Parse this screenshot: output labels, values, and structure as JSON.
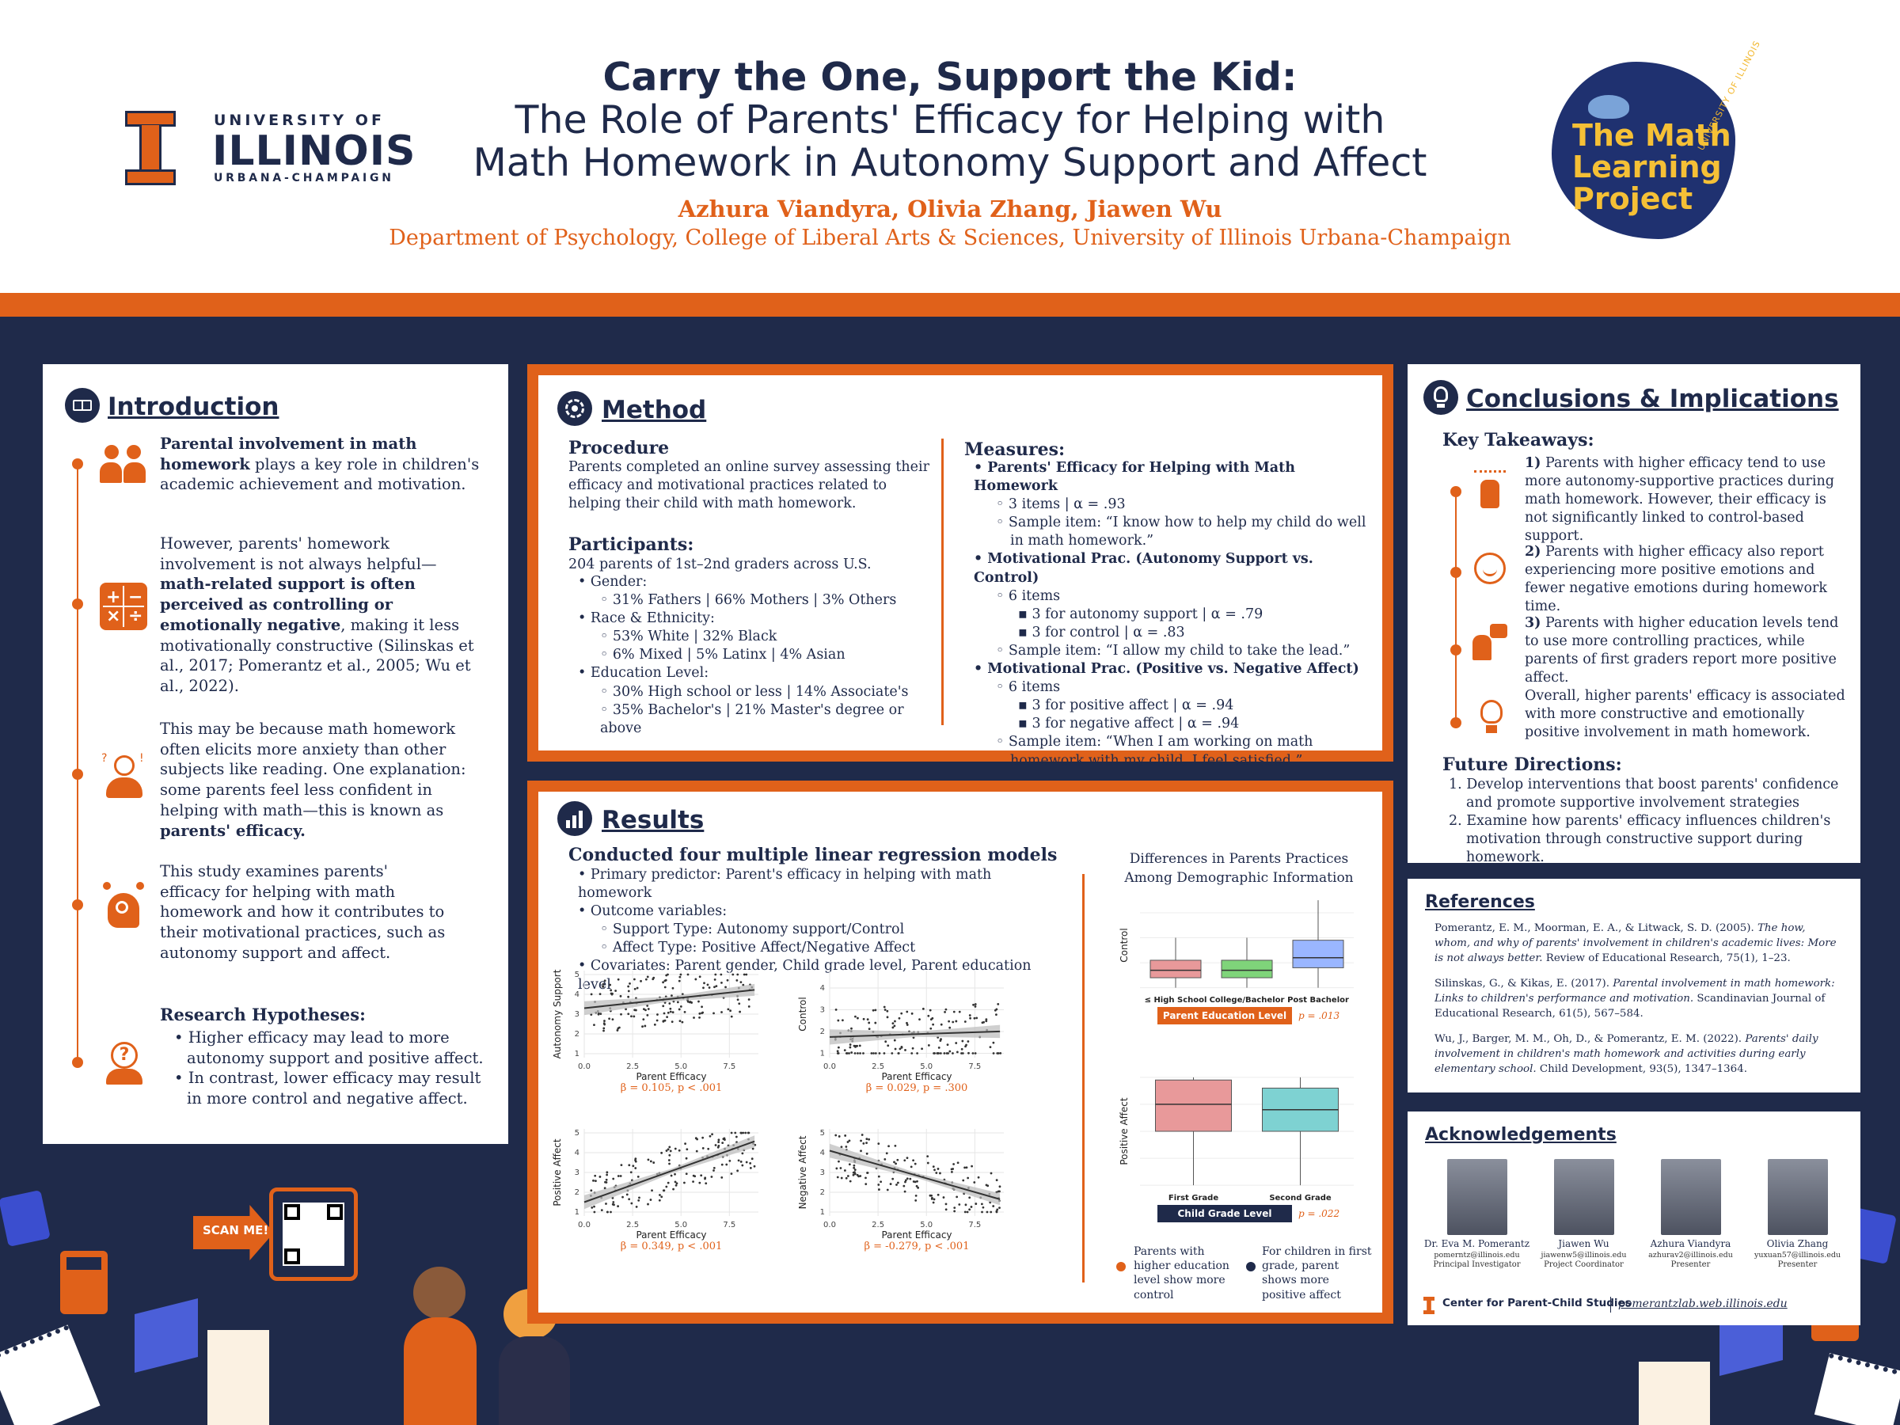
{
  "header": {
    "logo_top": "UNIVERSITY OF",
    "logo_mid": "ILLINOIS",
    "logo_bot": "URBANA-CHAMPAIGN",
    "title1": "Carry the One, Support the Kid:",
    "title2": "The Role of Parents' Efficacy for Helping with",
    "title3": "Math Homework in Autonomy Support and Affect",
    "authors": "Azhura Viandyra, Olivia Zhang, Jiawen Wu",
    "dept": "Department of Psychology, College of Liberal Arts & Sciences, University of Illinois Urbana-Champaign",
    "badge_arc": "UNIVERSITY OF ILLINOIS",
    "badge1": "The Math",
    "badge2": "Learning",
    "badge3": "Project"
  },
  "intro": {
    "title": "Introduction",
    "p1_b": "Parental involvement in math homework",
    "p1": " plays a key role in children's academic achievement and motivation.",
    "p2a": "However, parents' homework involvement is not always helpful—",
    "p2b": "math-related support is often perceived as controlling or emotionally negative",
    "p2c": ", making it less motivationally constructive (Silinskas et al., 2017; Pomerantz et al., 2005; Wu et al., 2022).",
    "p3a": "This may be because math homework often elicits more anxiety than other subjects like reading. One explanation: some parents feel less confident in helping with math—this is known as ",
    "p3b": "parents' efficacy.",
    "p4": "This study examines parents' efficacy for helping with math homework and how it contributes to their motivational practices, such as autonomy support and affect.",
    "hyp_title": "Research Hypotheses:",
    "hyp1": "Higher efficacy may lead to more autonomy support and positive affect.",
    "hyp2": "In contrast, lower efficacy may result in more control and negative affect."
  },
  "qr": {
    "label": "SCAN ME!"
  },
  "method": {
    "title": "Method",
    "proc_h": "Procedure",
    "proc": "Parents completed an online survey assessing their efficacy and motivational practices related to helping their child with math homework.",
    "part_h": "Participants:",
    "part": "204 parents of 1st–2nd graders across U.S.",
    "gender_h": "Gender:",
    "gender": "31% Fathers | 66% Mothers | 3% Others",
    "race_h": "Race & Ethnicity:",
    "race1": "53% White | 32% Black",
    "race2": "6% Mixed | 5% Latinx | 4% Asian",
    "edu_h": "Education Level:",
    "edu1": "30% High school or less | 14% Associate's",
    "edu2": "35% Bachelor's | 21% Master's degree or above",
    "meas_h": "Measures:",
    "m1": "Parents' Efficacy for Helping with Math Homework",
    "m1a": "3 items | α = .93",
    "m1b": "Sample item: “I know how to help my child do well in math homework.”",
    "m2": "Motivational Prac. (Autonomy Support vs. Control)",
    "m2a": "6 items",
    "m2a1": "3 for autonomy support | α = .79",
    "m2a2": "3 for control | α = .83",
    "m2b": "Sample item: “I allow my child to take the lead.”",
    "m3": "Motivational Prac. (Positive vs. Negative Affect)",
    "m3a": "6 items",
    "m3a1": "3 for positive affect | α = .94",
    "m3a2": "3 for negative affect | α = .94",
    "m3b": "Sample item: “When I am working on math homework with my child, I feel satisfied.”"
  },
  "results": {
    "title": "Results",
    "h": "Conducted four multiple linear regression models",
    "b1": "Primary predictor: Parent's efficacy in helping with math homework",
    "b2": "Outcome variables:",
    "b2a": "Support Type: Autonomy support/Control",
    "b2b": "Affect Type: Positive Affect/Negative Affect",
    "b3": "Covariates: Parent gender, Child grade level, Parent education level",
    "bp_title1": "Differences in Parents Practices",
    "bp_title2": "Among Demographic Information",
    "leg1": "Parents with higher education level show more control",
    "leg2": "For children in first grade, parent shows more positive affect"
  },
  "conclusions": {
    "title": "Conclusions & Implications",
    "kt": "Key Takeaways:",
    "c1n": "1)",
    "c1": " Parents with higher efficacy tend to use more autonomy-supportive practices during math homework. However, their efficacy is not significantly linked to control-based support.",
    "c2n": "2)",
    "c2": " Parents with higher efficacy also report experiencing more positive emotions and fewer negative emotions during homework time.",
    "c3n": "3)",
    "c3": " Parents with higher education levels tend to use more controlling practices, while parents of first graders report more positive affect.",
    "c4": "Overall, higher parents' efficacy is associated with more constructive and emotionally positive involvement in math homework.",
    "fd": "Future Directions:",
    "f1": "Develop interventions that boost parents' confidence and promote supportive involvement strategies",
    "f2": "Examine how parents' efficacy influences children's motivation through constructive support during homework."
  },
  "refs": {
    "title": "References",
    "r1a": "Pomerantz, E. M., Moorman, E. A., & Litwack, S. D. (2005). ",
    "r1b": "The how, whom, and why of parents' involvement in children's academic lives: More is not always better.",
    "r1c": " Review of Educational Research, 75(1), 1–23.",
    "r2a": "Silinskas, G., & Kikas, E. (2017). ",
    "r2b": "Parental involvement in math homework: Links to children's performance and motivation.",
    "r2c": " Scandinavian Journal of Educational Research, 61(5), 567–584.",
    "r3a": "Wu, J., Barger, M. M., Oh, D., & Pomerantz, E. M. (2022). ",
    "r3b": "Parents' daily involvement in children's math homework and activities during early elementary school.",
    "r3c": " Child Development, 93(5), 1347–1364."
  },
  "ack": {
    "title": "Acknowledgements",
    "people": [
      {
        "name": "Dr. Eva M. Pomerantz",
        "email": "pomerntz@illinois.edu",
        "role": "Principal Investigator"
      },
      {
        "name": "Jiawen Wu",
        "email": "jiawenw5@illinois.edu",
        "role": "Project Coordinator"
      },
      {
        "name": "Azhura Viandyra",
        "email": "azhurav2@illinois.edu",
        "role": "Presenter"
      },
      {
        "name": "Olivia Zhang",
        "email": "yuxuan57@illinois.edu",
        "role": "Presenter"
      }
    ],
    "center": "Center for Parent-Child Studies",
    "url": "pomerantzlab.web.illinois.edu"
  },
  "chart_data": [
    {
      "type": "scatter",
      "xlabel": "Parent Efficacy",
      "ylabel": "Autonomy Support",
      "xticks": [
        "0.0",
        "2.5",
        "5.0",
        "7.5"
      ],
      "yticks": [
        "1",
        "2",
        "3",
        "4",
        "5"
      ],
      "xlim": [
        0,
        9
      ],
      "ylim": [
        0.8,
        5.2
      ],
      "fit": {
        "intercept": 3.3,
        "slope": 0.105
      },
      "caption": "β = 0.105, p < .001"
    },
    {
      "type": "scatter",
      "xlabel": "Parent Efficacy",
      "ylabel": "Control",
      "xticks": [
        "0.0",
        "2.5",
        "5.0",
        "7.5"
      ],
      "yticks": [
        "1",
        "2",
        "3",
        "4"
      ],
      "xlim": [
        0,
        9
      ],
      "ylim": [
        0.8,
        4.8
      ],
      "fit": {
        "intercept": 1.75,
        "slope": 0.029
      },
      "caption": "β = 0.029, p = .300"
    },
    {
      "type": "scatter",
      "xlabel": "Parent Efficacy",
      "ylabel": "Positive Affect",
      "xticks": [
        "0.0",
        "2.5",
        "5.0",
        "7.5"
      ],
      "yticks": [
        "1",
        "2",
        "3",
        "4",
        "5"
      ],
      "xlim": [
        0,
        9
      ],
      "ylim": [
        0.8,
        5.2
      ],
      "fit": {
        "intercept": 1.5,
        "slope": 0.349
      },
      "caption": "β = 0.349, p < .001"
    },
    {
      "type": "scatter",
      "xlabel": "Parent Efficacy",
      "ylabel": "Negative Affect",
      "xticks": [
        "0.0",
        "2.5",
        "5.0",
        "7.5"
      ],
      "yticks": [
        "1",
        "2",
        "3",
        "4",
        "5"
      ],
      "xlim": [
        0,
        9
      ],
      "ylim": [
        0.8,
        5.2
      ],
      "fit": {
        "intercept": 4.1,
        "slope": -0.279
      },
      "caption": "β = -0.279, p < .001"
    },
    {
      "type": "box",
      "ylabel": "Control",
      "xlabel": "Parent Education Level",
      "categories": [
        "≤ High School",
        "College/Bachelor",
        "Post Bachelor"
      ],
      "colors": [
        "#e8999a",
        "#7fd47a",
        "#9ab6ff"
      ],
      "boxes": [
        [
          1,
          1.4,
          1.7,
          2.1,
          3
        ],
        [
          1,
          1.4,
          1.7,
          2.1,
          3
        ],
        [
          1,
          1.8,
          2.2,
          2.9,
          4.5
        ]
      ],
      "ylim": [
        0.8,
        4.6
      ],
      "pvalue": "p = .013"
    },
    {
      "type": "box",
      "ylabel": "Positive Affect",
      "xlabel": "Child Grade Level",
      "categories": [
        "First Grade",
        "Second Grade"
      ],
      "colors": [
        "#e8999a",
        "#7ed2d2"
      ],
      "boxes": [
        [
          1,
          3,
          4,
          4.9,
          5
        ],
        [
          1,
          3,
          3.8,
          4.6,
          5
        ]
      ],
      "ylim": [
        0.8,
        5.2
      ],
      "pvalue": "p = .022"
    }
  ]
}
